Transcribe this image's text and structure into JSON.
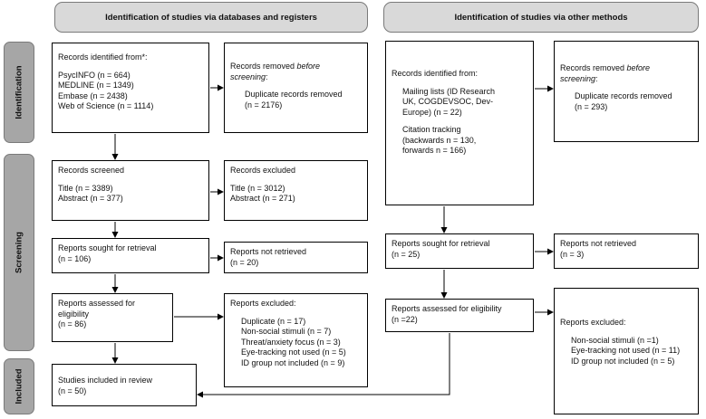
{
  "headers": {
    "left": "Identification of studies via databases and registers",
    "right": "Identification of studies via other methods"
  },
  "side_labels": {
    "identification": "Identification",
    "screening": "Screening",
    "included": "Included"
  },
  "left": {
    "identified": {
      "title": "Records identified from*:",
      "items": [
        "PsycINFO (n = 664)",
        "MEDLINE (n = 1349)",
        "Embase (n = 2438)",
        "Web of Science (n = 1114)"
      ]
    },
    "removed": {
      "title_pre": "Records removed ",
      "title_em1": "before",
      "title_em2": "screening",
      "title_post": ":",
      "item": "Duplicate records removed",
      "item2": "(n = 2176)"
    },
    "screened": {
      "title": "Records screened",
      "line1": "Title (n = 3389)",
      "line2": "Abstract (n = 377)"
    },
    "excluded": {
      "title": "Records excluded",
      "line1": "Title (n = 3012)",
      "line2": "Abstract (n = 271)"
    },
    "sought": {
      "line1": "Reports sought for retrieval",
      "line2": "(n = 106)"
    },
    "not_retrieved": {
      "line1": "Reports not retrieved",
      "line2": "(n = 20)"
    },
    "assessed": {
      "line1": "Reports assessed for",
      "line2": "eligibility",
      "line3": "(n = 86)"
    },
    "reports_excluded": {
      "title": "Reports excluded:",
      "items": [
        "Duplicate (n = 17)",
        "Non-social stimuli (n = 7)",
        "Threat/anxiety focus (n = 3)",
        "Eye-tracking not used (n = 5)",
        "ID group not included (n = 9)"
      ]
    },
    "included": {
      "line1": "Studies included in review",
      "line2": "(n = 50)"
    }
  },
  "right": {
    "identified": {
      "title": "Records identified from:",
      "mail1": "Mailing lists (ID Research",
      "mail2": "UK, COGDEVSOC, Dev-",
      "mail3": "Europe) (n = 22)",
      "cit1": "Citation tracking",
      "cit2": "(backwards n = 130,",
      "cit3": "forwards n = 166)"
    },
    "removed": {
      "title_pre": "Records removed ",
      "title_em1": "before",
      "title_em2": "screening",
      "title_post": ":",
      "item": "Duplicate records removed",
      "item2": "(n = 293)"
    },
    "sought": {
      "line1": "Reports sought for retrieval",
      "line2": "(n = 25)"
    },
    "not_retrieved": {
      "line1": "Reports not retrieved",
      "line2": "(n = 3)"
    },
    "assessed": {
      "line1": "Reports assessed for eligibility",
      "line2": "(n =22)"
    },
    "reports_excluded": {
      "title": "Reports excluded:",
      "items": [
        "Non-social stimuli (n =1)",
        "Eye-tracking not used (n = 11)",
        "ID group not included (n = 5)"
      ]
    }
  }
}
